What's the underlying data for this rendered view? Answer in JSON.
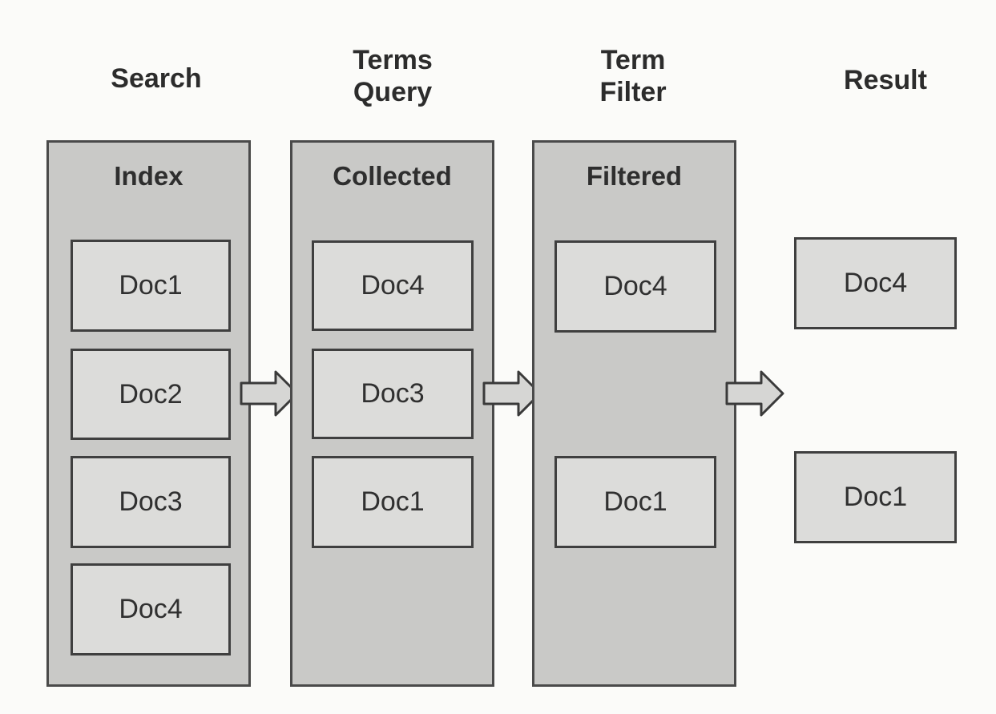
{
  "stages": [
    {
      "title_lines": [
        "Search"
      ]
    },
    {
      "title_lines": [
        "Terms",
        "Query"
      ]
    },
    {
      "title_lines": [
        "Term",
        "Filter"
      ]
    },
    {
      "title_lines": [
        "Result"
      ]
    }
  ],
  "columns": [
    {
      "header": "Index",
      "docs": [
        "Doc1",
        "Doc2",
        "Doc3",
        "Doc4"
      ]
    },
    {
      "header": "Collected",
      "docs": [
        "Doc4",
        "Doc3",
        "Doc1"
      ]
    },
    {
      "header": "Filtered",
      "docs": [
        "Doc4",
        "Doc1"
      ]
    }
  ],
  "result": {
    "docs": [
      "Doc4",
      "Doc1"
    ]
  },
  "colors": {
    "column_fill": "#c9c9c7",
    "doc_fill": "#dcdcda",
    "border": "#3f3f3f",
    "arrow_fill": "#d6d6d4"
  }
}
